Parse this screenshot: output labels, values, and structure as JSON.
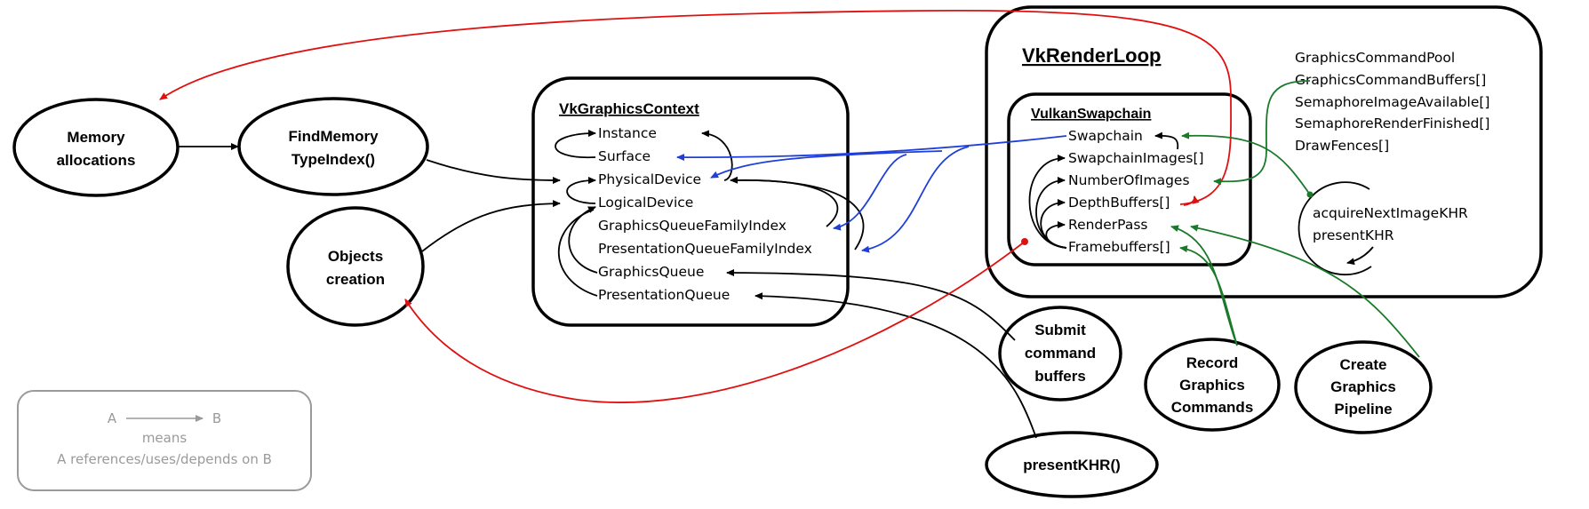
{
  "nodes": {
    "memory_allocations": [
      "Memory",
      "allocations"
    ],
    "find_memory_type_index": [
      "FindMemory",
      "TypeIndex()"
    ],
    "objects_creation": [
      "Objects",
      "creation"
    ],
    "submit_command_buffers": [
      "Submit",
      "command",
      "buffers"
    ],
    "present_khr": [
      "presentKHR()"
    ],
    "record_graphics_commands": [
      "Record",
      "Graphics",
      "Commands"
    ],
    "create_graphics_pipeline": [
      "Create",
      "Graphics",
      "Pipeline"
    ]
  },
  "graphics_context": {
    "title": "VkGraphicsContext",
    "fields": [
      "Instance",
      "Surface",
      "PhysicalDevice",
      "LogicalDevice",
      "GraphicsQueueFamilyIndex",
      "PresentationQueueFamilyIndex",
      "GraphicsQueue",
      "PresentationQueue"
    ]
  },
  "render_loop": {
    "title": "VkRenderLoop",
    "fields": [
      "GraphicsCommandPool",
      "GraphicsCommandBuffers[]",
      "SemaphoreImageAvailable[]",
      "SemaphoreRenderFinished[]",
      "DrawFences[]"
    ],
    "loop": [
      "acquireNextImageKHR",
      "presentKHR"
    ]
  },
  "swapchain": {
    "title": "VulkanSwapchain",
    "fields": [
      "Swapchain",
      "SwapchainImages[]",
      "NumberOfImages",
      "DepthBuffers[]",
      "RenderPass",
      "Framebuffers[]"
    ]
  },
  "legend": {
    "a": "A",
    "b": "B",
    "means": "means",
    "description": "A references/uses/depends on B"
  },
  "colors": {
    "black": "#000000",
    "blue": "#1f3fd8",
    "red": "#e01010",
    "green": "#1a7a2a",
    "legend_gray": "#9a9a9a"
  }
}
